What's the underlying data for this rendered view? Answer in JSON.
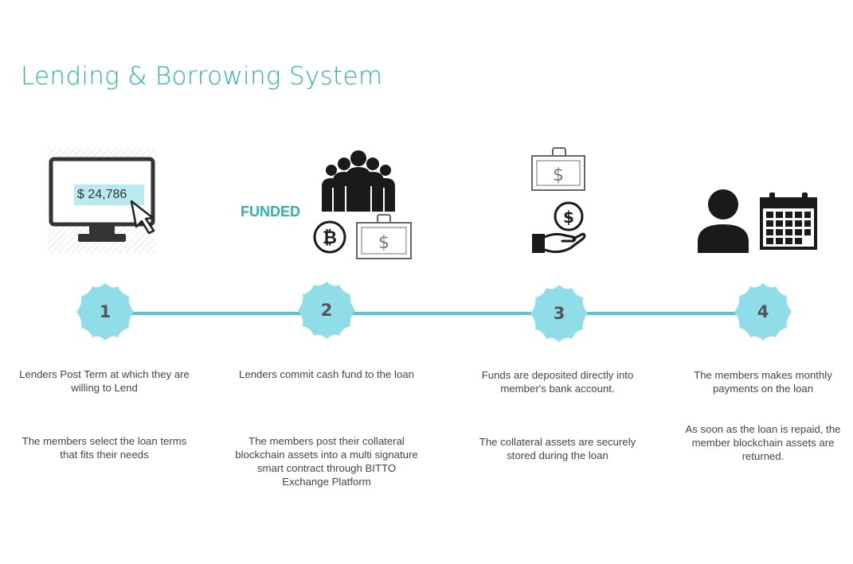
{
  "title": "Lending & Borrowing System",
  "colors": {
    "accent": "#2bb3b1",
    "timeline": "#52c8d2",
    "badge": "#8fdde8",
    "icon": "#1a1a1a"
  },
  "icons": [
    "monitor-icon",
    "cursor-icon",
    "people-group-icon",
    "bitcoin-icon",
    "money-bill-icon",
    "hand-coin-icon",
    "person-icon",
    "calendar-icon"
  ],
  "step1": {
    "number": "1",
    "price": "$ 24,786",
    "text_a": "Lenders Post  Term at which they are willing to Lend",
    "text_b": "The members select the loan terms that fits their needs"
  },
  "step2": {
    "number": "2",
    "funded_label": "FUNDED",
    "text_a": "Lenders commit cash fund to the loan",
    "text_b": "The members post their collateral blockchain assets into a multi signature smart contract through BITTO Exchange Platform"
  },
  "step3": {
    "number": "3",
    "text_a": "Funds are deposited directly into member's bank account.",
    "text_b": "The collateral assets are securely stored during the loan"
  },
  "step4": {
    "number": "4",
    "text_a": "The members makes monthly payments on the loan",
    "text_b": "As soon as the loan is repaid, the member blockchain assets are returned."
  }
}
